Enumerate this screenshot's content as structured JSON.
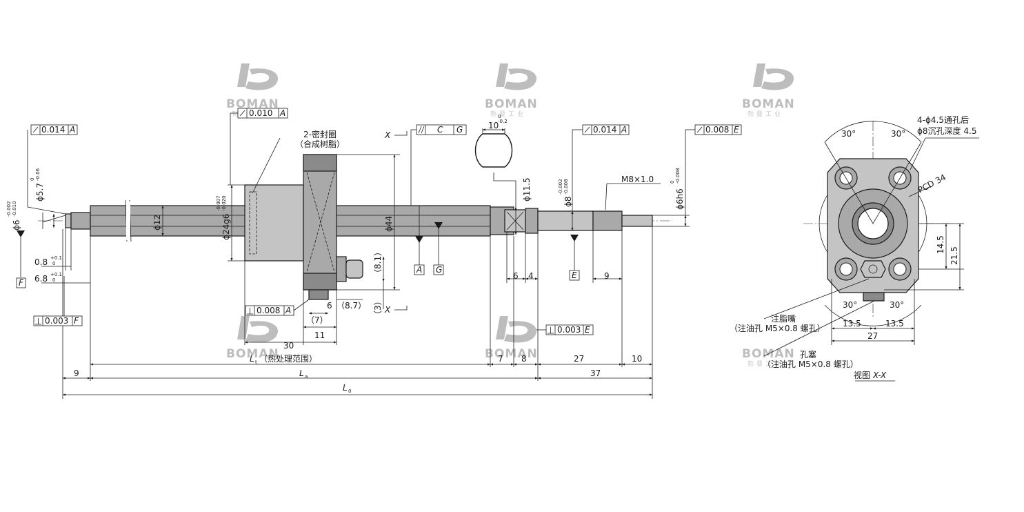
{
  "watermark": {
    "brand": "BOMAN",
    "sub": "勃曼工业"
  },
  "tolerances": {
    "runout_a_left": "0.014",
    "runout_a_shaft": "0.010",
    "runout_a_right": "0.014",
    "runout_e_end": "0.008",
    "parallel_c": "C",
    "parallel_g": "G",
    "perp_a_flange": "0.008",
    "perp_f_end": "0.003",
    "perp_e_mid": "0.003"
  },
  "datums": {
    "a": "A",
    "e": "E",
    "f": "F",
    "g": "G"
  },
  "labels": {
    "seal": "2-密封圈",
    "seal_sub": "（合成树脂）",
    "section_x": "X",
    "heat_range": "（热处理范围）",
    "lt": "L",
    "lt_sub": "t",
    "la": "L",
    "la_sub": "a",
    "lo": "L",
    "lo_sub": "0",
    "thread": "M8×1.0",
    "holes_1": "4-ϕ4.5通孔后",
    "holes_2": "ϕ8沉孔深度 4.5",
    "pcd": "PCD 34",
    "grease_1": "注脂嘴",
    "grease_2": "（注油孔 M5×0.8 螺孔）",
    "plug_1": "孔塞",
    "plug_2": "（注油孔 M5×0.8 螺孔）",
    "view": "视图",
    "view_x": "X-X"
  },
  "dimensions": {
    "d57": "ϕ5.7",
    "d57_tol_up": "0",
    "d57_tol_lo": "-0.06",
    "d6": "ϕ6",
    "d6_tol_up": "-0.002",
    "d6_tol_lo": "-0.010",
    "d12": "ϕ12",
    "d24": "ϕ24g6",
    "d24_tol_up": "-0.007",
    "d24_tol_lo": "-0.020",
    "d44": "ϕ44",
    "d115": "ϕ11.5",
    "d8": "ϕ8",
    "d8_tol_up": "-0.002",
    "d8_tol_lo": "-0.008",
    "d6h6": "ϕ6h6",
    "d6h6_tol_up": "0",
    "d6h6_tol_lo": "-0.008",
    "w10": "10",
    "w10_tol_up": "0",
    "w10_tol_lo": "-0.2",
    "g08": "0.8",
    "g08_tol_up": "+0.1",
    "g08_tol_lo": "0",
    "g68": "6.8",
    "g68_tol_up": "+0.1",
    "g68_tol_lo": "0",
    "n81": "（8.1）",
    "n3": "（3）",
    "n6": "6",
    "n87": "（8.7）",
    "n7p": "（7）",
    "n11": "11",
    "n30": "30",
    "n6b": "6",
    "n4": "4",
    "n9a": "9",
    "n7": "7",
    "n8": "8",
    "n27": "27",
    "n10": "10",
    "n37": "37",
    "n9": "9",
    "a30_1": "30°",
    "a30_2": "30°",
    "a30_3": "30°",
    "a30_4": "30°",
    "h145": "14.5",
    "h215": "21.5",
    "w135a": "13.5",
    "w135b": "13.5",
    "w27": "27"
  }
}
